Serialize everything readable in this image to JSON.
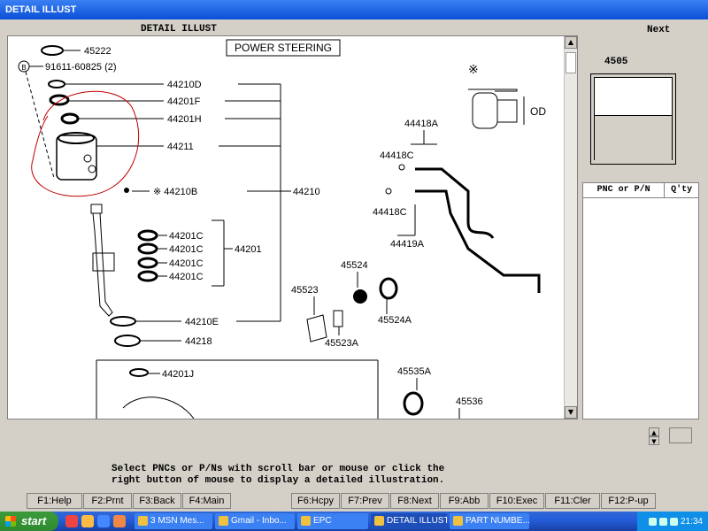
{
  "window": {
    "title": "DETAIL ILLUST"
  },
  "panel": {
    "title": "DETAIL ILLUST",
    "next_label": "Next",
    "illus_number": "4505"
  },
  "illustration": {
    "title": "POWER STEERING",
    "note_mark": "※",
    "od_label": "OD",
    "parts": {
      "p45222": "45222",
      "p91611": "91611-60825 (2)",
      "p91611_mark": "B",
      "p44210D": "44210D",
      "p44201F": "44201F",
      "p44201H": "44201H",
      "p44211": "44211",
      "p44210B": "※ 44210B",
      "p44210": "44210",
      "p44201C_1": "44201C",
      "p44201C_2": "44201C",
      "p44201C_3": "44201C",
      "p44201C_4": "44201C",
      "p44201": "44201",
      "p44210E": "44210E",
      "p44218": "44218",
      "p44201J": "44201J",
      "p44418A": "44418A",
      "p44418C_1": "44418C",
      "p44418C_2": "44418C",
      "p44419A": "44419A",
      "p45524": "45524",
      "p45524A": "45524A",
      "p45523": "45523",
      "p45523A": "45523A",
      "p45535A": "45535A",
      "p45536": "45536"
    }
  },
  "pnc_table": {
    "col_pnc": "PNC or P/N",
    "col_qty": "Q'ty",
    "rows": []
  },
  "instructions": {
    "line1": "Select PNCs or P/Ns with scroll bar or mouse or click the",
    "line2": "right button of mouse to display a detailed illustration."
  },
  "fkeys": [
    "F1:Help",
    "F2:Prnt",
    "F3:Back",
    "F4:Main",
    "",
    "F6:Hcpy",
    "F7:Prev",
    "F8:Next",
    "F9:Abb",
    "F10:Exec",
    "F11:Cler",
    "F12:P-up"
  ],
  "taskbar": {
    "start_label": "start",
    "tasks": [
      "3 MSN Mes...",
      "Gmail - Inbo...",
      "EPC",
      "DETAIL ILLUST",
      "PART NUMBE..."
    ],
    "clock": "21:34"
  }
}
